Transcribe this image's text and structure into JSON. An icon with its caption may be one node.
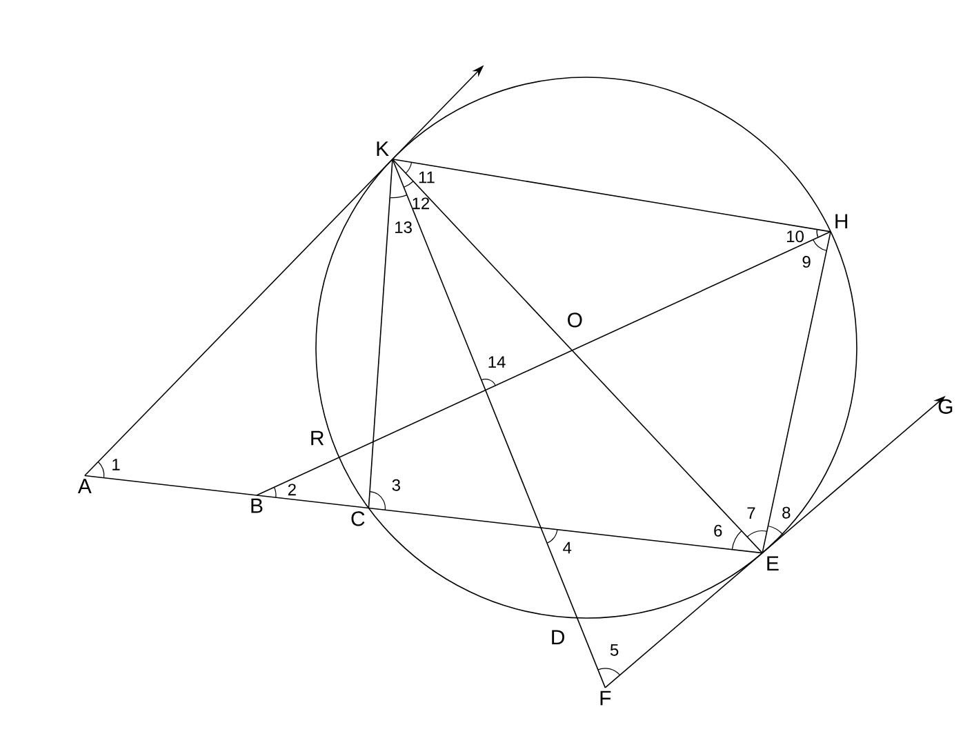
{
  "diagram": {
    "nodes": [
      {
        "text": [
          "K"
        ]
      },
      {
        "text": [
          "H"
        ]
      },
      {
        "text": [
          "A"
        ]
      },
      {
        "text": [
          "B"
        ]
      },
      {
        "text": [
          "C"
        ]
      },
      {
        "text": [
          "E"
        ]
      },
      {
        "text": [
          "F"
        ]
      },
      {
        "text": [
          "G"
        ]
      }
    ],
    "edges": [
      {
        "from": 2,
        "to": 0,
        "arrow": "none"
      },
      {
        "from": 0,
        "to": null,
        "arrow": "to"
      },
      {
        "from": 2,
        "to": 5,
        "arrow": "none"
      },
      {
        "from": 0,
        "to": 4,
        "arrow": "none"
      },
      {
        "from": 0,
        "to": 6,
        "arrow": "none"
      },
      {
        "from": 0,
        "to": 5,
        "arrow": "none"
      },
      {
        "from": 0,
        "to": 1,
        "arrow": "none"
      },
      {
        "from": 1,
        "to": 5,
        "arrow": "none"
      },
      {
        "from": 3,
        "to": 1,
        "arrow": "none"
      },
      {
        "from": 6,
        "to": 5,
        "arrow": "none"
      },
      {
        "from": 5,
        "to": 7,
        "arrow": "to"
      }
    ],
    "labels": [
      "1",
      "2",
      "3",
      "4",
      "5",
      "6",
      "7",
      "8",
      "9",
      "10",
      "11",
      "12",
      "13",
      "14",
      "D",
      "R",
      "O"
    ]
  }
}
